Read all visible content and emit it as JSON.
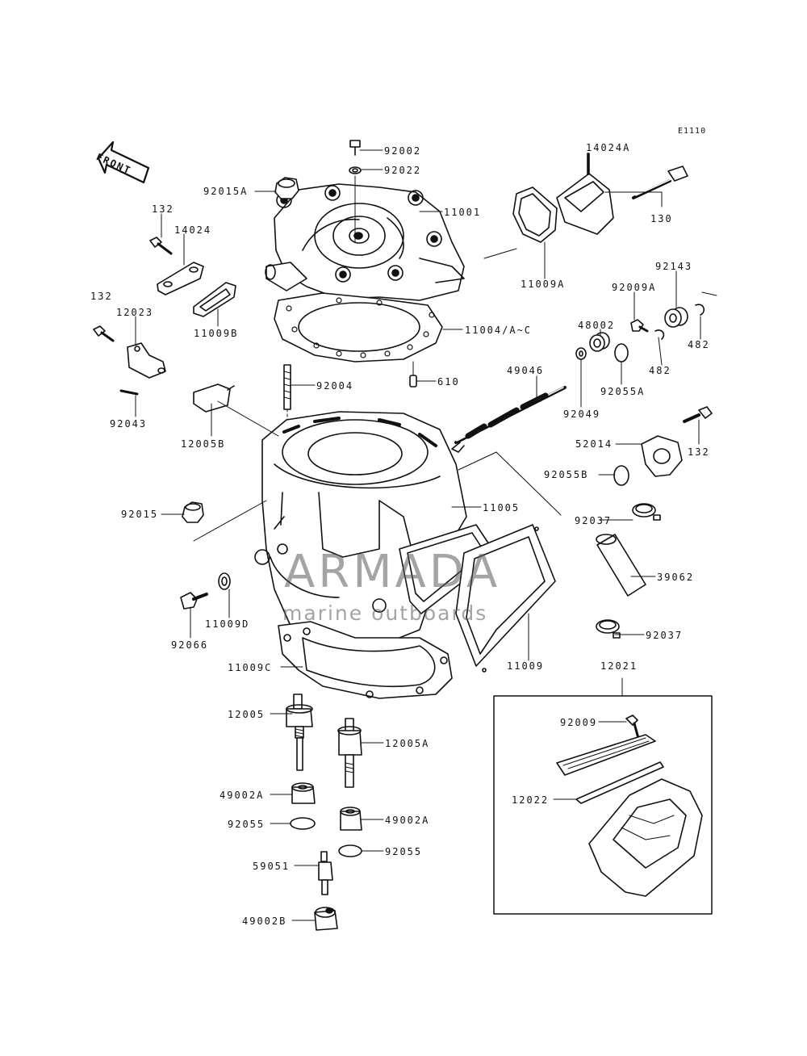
{
  "diagram": {
    "code": "E1110",
    "front_label": "FRONT",
    "watermark": {
      "brand": "ARMADA",
      "tagline": "marine outboards",
      "color": "#e8a8c0"
    },
    "parts": [
      {
        "id": "92002",
        "name": "part-92002"
      },
      {
        "id": "92022",
        "name": "part-92022"
      },
      {
        "id": "92015A",
        "name": "part-92015a"
      },
      {
        "id": "11001",
        "name": "part-11001"
      },
      {
        "id": "14024A",
        "name": "part-14024a"
      },
      {
        "id": "130",
        "name": "part-130"
      },
      {
        "id": "132",
        "name": "part-132-top"
      },
      {
        "id": "14024",
        "name": "part-14024"
      },
      {
        "id": "11009A",
        "name": "part-11009a"
      },
      {
        "id": "92143",
        "name": "part-92143"
      },
      {
        "id": "92009A",
        "name": "part-92009a"
      },
      {
        "id": "132",
        "name": "part-132-left"
      },
      {
        "id": "12023",
        "name": "part-12023"
      },
      {
        "id": "11009B",
        "name": "part-11009b"
      },
      {
        "id": "11004/A~C",
        "name": "part-11004"
      },
      {
        "id": "48002",
        "name": "part-48002"
      },
      {
        "id": "482",
        "name": "part-482-right"
      },
      {
        "id": "482",
        "name": "part-482-left"
      },
      {
        "id": "92004",
        "name": "part-92004"
      },
      {
        "id": "610",
        "name": "part-610"
      },
      {
        "id": "49046",
        "name": "part-49046"
      },
      {
        "id": "92055A",
        "name": "part-92055a"
      },
      {
        "id": "92043",
        "name": "part-92043"
      },
      {
        "id": "92049",
        "name": "part-92049"
      },
      {
        "id": "132",
        "name": "part-132-right"
      },
      {
        "id": "12005B",
        "name": "part-12005b"
      },
      {
        "id": "52014",
        "name": "part-52014"
      },
      {
        "id": "92055B",
        "name": "part-92055b"
      },
      {
        "id": "92015",
        "name": "part-92015"
      },
      {
        "id": "11005",
        "name": "part-11005"
      },
      {
        "id": "92037",
        "name": "part-92037-top"
      },
      {
        "id": "39062",
        "name": "part-39062"
      },
      {
        "id": "92066",
        "name": "part-92066"
      },
      {
        "id": "11009D",
        "name": "part-11009d"
      },
      {
        "id": "92037",
        "name": "part-92037-bottom"
      },
      {
        "id": "11009C",
        "name": "part-11009c"
      },
      {
        "id": "11009",
        "name": "part-11009"
      },
      {
        "id": "12021",
        "name": "part-12021"
      },
      {
        "id": "12005",
        "name": "part-12005"
      },
      {
        "id": "92009",
        "name": "part-92009"
      },
      {
        "id": "12005A",
        "name": "part-12005a"
      },
      {
        "id": "12022",
        "name": "part-12022"
      },
      {
        "id": "49002A",
        "name": "part-49002a-left"
      },
      {
        "id": "92055",
        "name": "part-92055-left"
      },
      {
        "id": "49002A",
        "name": "part-49002a-right"
      },
      {
        "id": "92055",
        "name": "part-92055-right"
      },
      {
        "id": "59051",
        "name": "part-59051"
      },
      {
        "id": "49002B",
        "name": "part-49002b"
      }
    ]
  }
}
